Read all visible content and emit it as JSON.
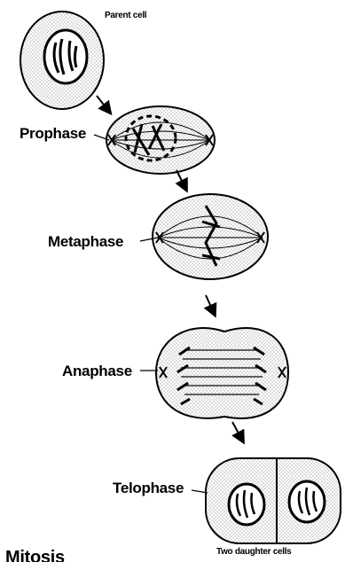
{
  "labels": {
    "parent_cell": "Parent cell",
    "prophase": "Prophase",
    "metaphase": "Metaphase",
    "anaphase": "Anaphase",
    "telophase": "Telophase",
    "daughter_cells": "Two daughter cells",
    "cropped_title": "Mitosis"
  },
  "colors": {
    "ink": "#000000",
    "cell_fill": "#f2f2f2",
    "background": "#ffffff"
  }
}
